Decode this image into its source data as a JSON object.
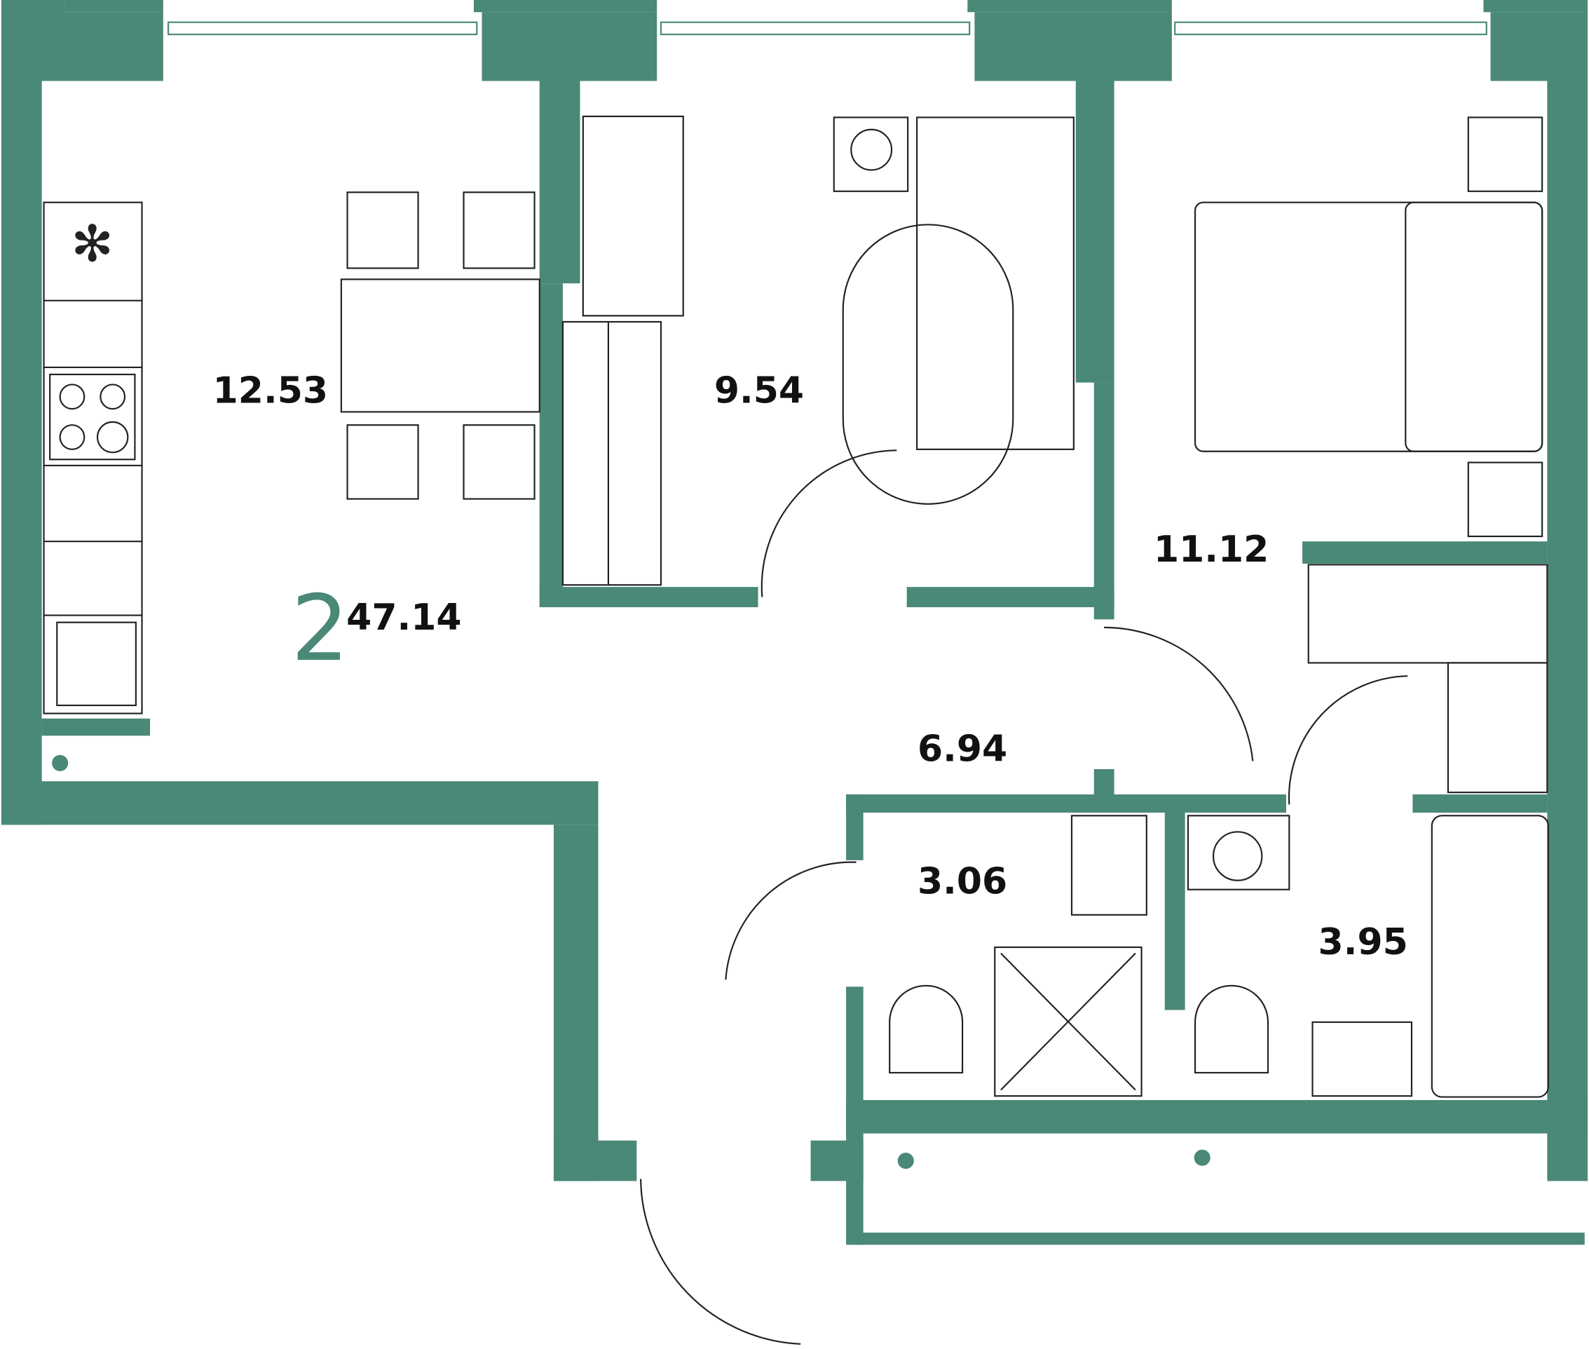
{
  "colors": {
    "wall": "#4a8877",
    "text": "#111111"
  },
  "plan": {
    "rooms_count": "2",
    "total_area": "47.14",
    "areas": {
      "kitchen": "12.53",
      "bedroom_small": "9.54",
      "bedroom_large": "11.12",
      "hall": "6.94",
      "bathroom_shower": "3.06",
      "bathroom_tub": "3.95"
    }
  }
}
